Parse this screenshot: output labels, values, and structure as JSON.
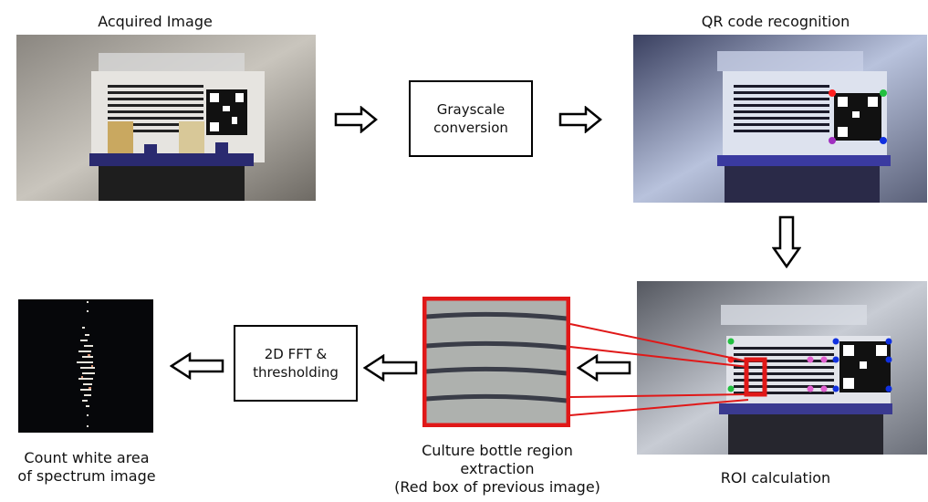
{
  "labels": {
    "acquired": "Acquired Image",
    "qr": "QR code recognition",
    "roi": "ROI calculation",
    "culture_line1": "Culture bottle region",
    "culture_line2": "extraction",
    "culture_line3": "(Red box of previous image)",
    "count_line1": "Count white area",
    "count_line2": "of spectrum image"
  },
  "boxes": {
    "grayscale_line1": "Grayscale",
    "grayscale_line2": "conversion",
    "fft_line1": "2D FFT &",
    "fft_line2": "thresholding"
  },
  "colors": {
    "highlight": "#e01818",
    "qr_red": "#ff2020",
    "qr_green": "#22c040",
    "qr_blue": "#1030e0",
    "qr_purple": "#a030c0",
    "roi_pink": "#e060d0"
  }
}
